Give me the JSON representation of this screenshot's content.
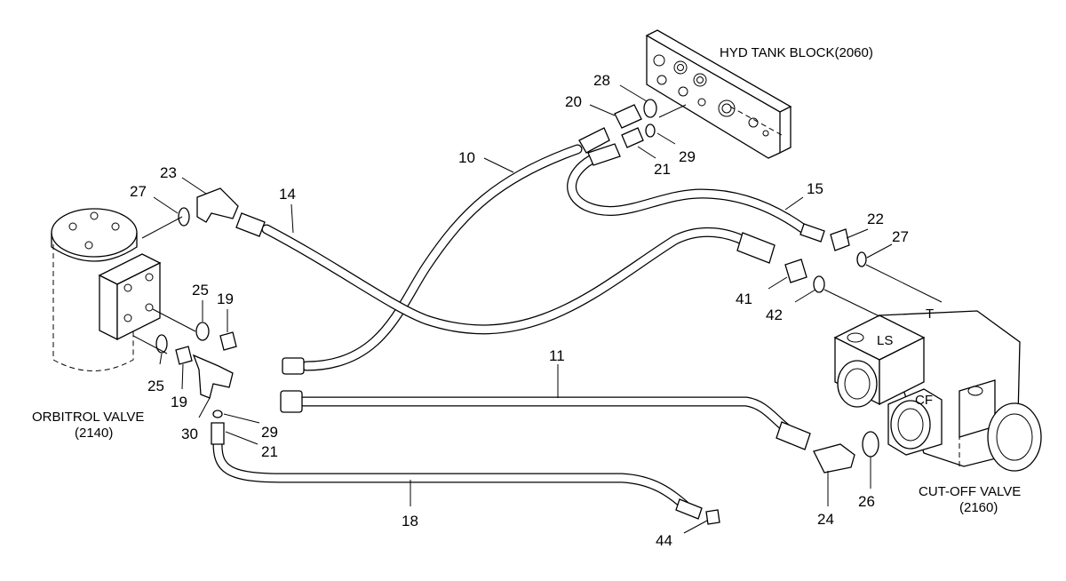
{
  "components": {
    "hyd_tank_block": "HYD TANK BLOCK(2060)",
    "orbitrol_valve": "ORBITROL VALVE",
    "orbitrol_code": "(2140)",
    "cutoff_valve": "CUT-OFF VALVE",
    "cutoff_code": "(2160)",
    "port_t": "T",
    "port_ls": "LS",
    "port_cf": "CF"
  },
  "callouts": {
    "c28": "28",
    "c20": "20",
    "c29a": "29",
    "c21a": "21",
    "c10": "10",
    "c23": "23",
    "c27a": "27",
    "c14": "14",
    "c15": "15",
    "c22": "22",
    "c27b": "27",
    "c41": "41",
    "c42": "42",
    "c25a": "25",
    "c19a": "19",
    "c25b": "25",
    "c19b": "19",
    "c11": "11",
    "c30": "30",
    "c29b": "29",
    "c21b": "21",
    "c18": "18",
    "c44": "44",
    "c24": "24",
    "c26": "26"
  }
}
